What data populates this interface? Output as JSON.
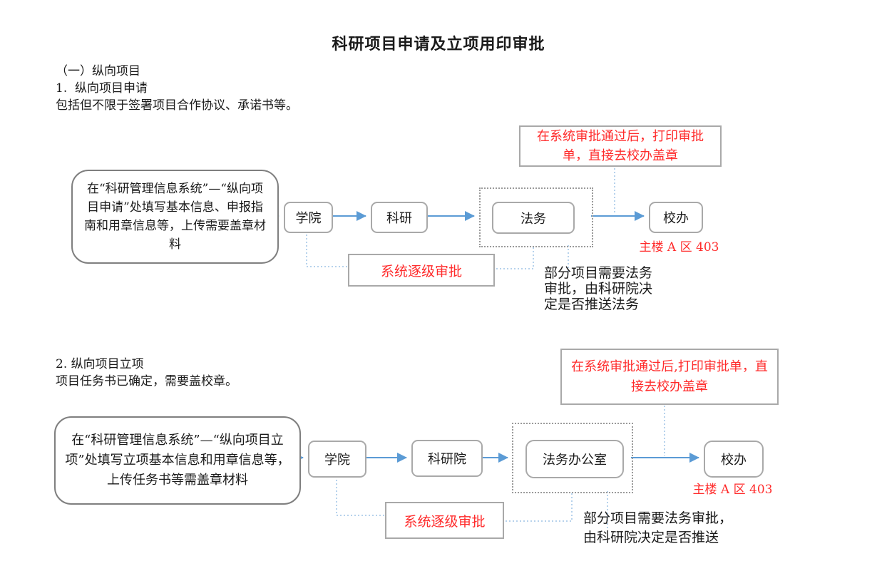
{
  "page": {
    "title": "科研项目申请及立项用印审批"
  },
  "colors": {
    "arrow_blue": "#5B9BD5",
    "connector_blue": "#9DC3E6",
    "accent_red": "#FF2B2B",
    "border_gray": "#A9A9A9"
  },
  "section1": {
    "heading": "（一）纵向项目",
    "subheading": "1.  纵向项目申请",
    "description": "包括但不限于签署项目合作协议、承诺书等。",
    "flow": {
      "start_text": "在“科研管理信息系统”—“纵向项目申请”处填写基本信息、申报指南和用章信息等，上传需要盖章材料",
      "steps": [
        "学院",
        "科研",
        "法务",
        "校办"
      ],
      "top_note": "在系统审批通过后，打印审批单，直接去校办盖章",
      "location": "主楼 A 区 403",
      "system_note": "系统逐级审批",
      "legal_note": "部分项目需要法务审批，由科研院决定是否推送法务"
    }
  },
  "section2": {
    "heading": "2. 纵向项目立项",
    "description": "项目任务书已确定，需要盖校章。",
    "flow": {
      "start_text": "在“科研管理信息系统”—“纵向项目立项”处填写立项基本信息和用章信息等，上传任务书等需盖章材料",
      "steps": [
        "学院",
        "科研院",
        "法务办公室",
        "校办"
      ],
      "top_note": "在系统审批通过后,打印审批单，直接去校办盖章",
      "location": "主楼 A 区 403",
      "system_note": "系统逐级审批",
      "legal_note": "部分项目需要法务审批，由科研院决定是否推送"
    }
  }
}
